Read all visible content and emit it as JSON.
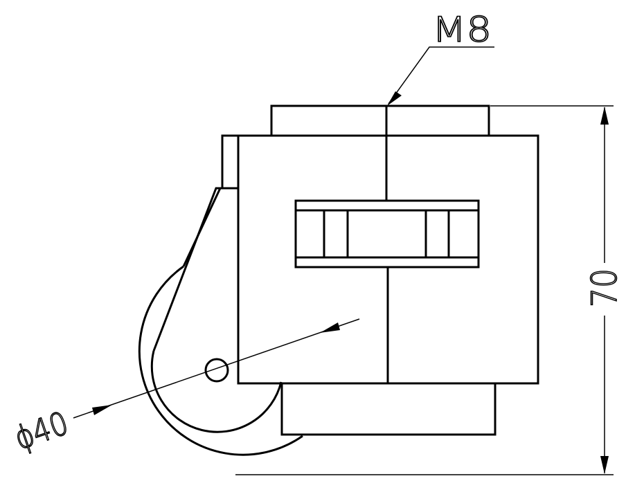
{
  "annotations": {
    "thread_label": "M8",
    "height_label": "70",
    "diameter_label": "ϕ40"
  },
  "colors": {
    "line": "#000000",
    "background": "#ffffff"
  }
}
